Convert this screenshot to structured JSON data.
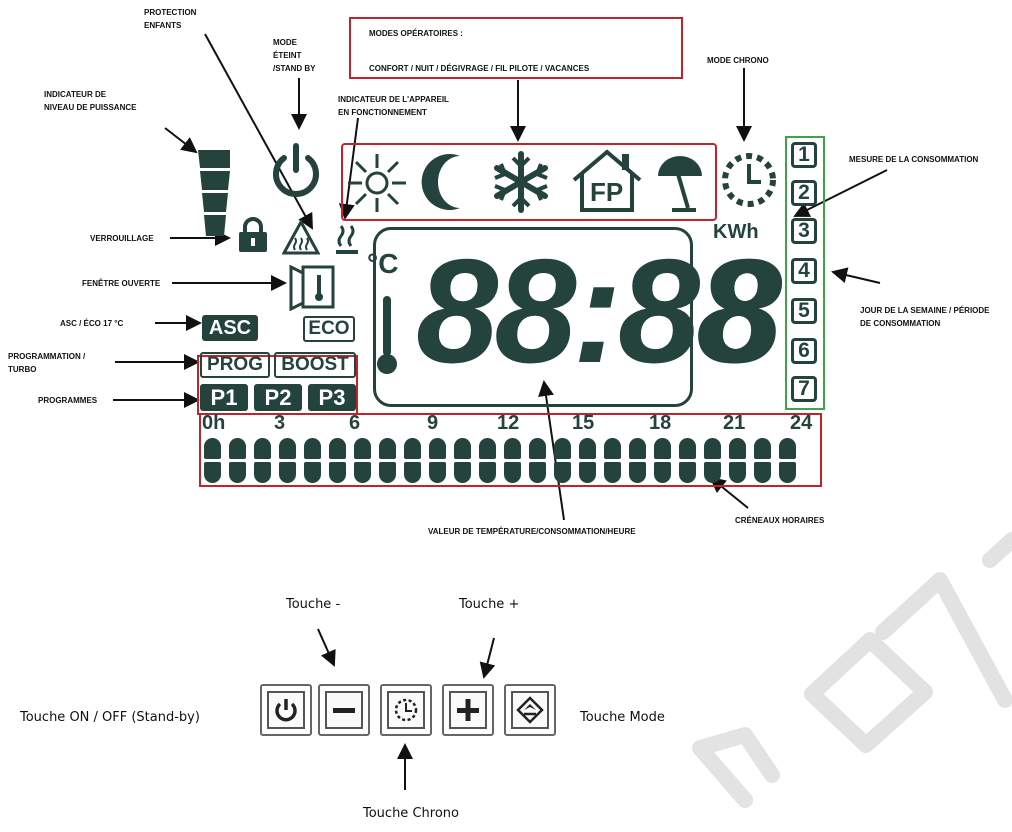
{
  "labels": {
    "protection": "PROTECTION\nENFANTS",
    "mode_eteint": "MODE\nÉTEINT\n/STAND BY",
    "modes_title": "MODES OPÉRATOIRES :",
    "modes_list": "CONFORT / NUIT / DÉGIVRAGE / FIL PILOTE / VACANCES",
    "mode_chrono": "MODE CHRONO",
    "indicateur_puissance": "INDICATEUR DE\nNIVEAU DE PUISSANCE",
    "indicateur_appareil": "INDICATEUR DE L'APPAREIL\nEN FONCTIONNEMENT",
    "mesure_conso": "MESURE DE LA CONSOMMATION",
    "verrouillage": "VERROUILLAGE",
    "fenetre": "FENÊTRE OUVERTE",
    "asc_eco": "ASC / ÉCO 17 °C",
    "programmation": "PROGRAMMATION /\nTURBO",
    "programmes": "PROGRAMMES",
    "jour_semaine": "JOUR DE LA SEMAINE / PÉRIODE\nDE CONSOMMATION",
    "valeur": "VALEUR DE TEMPÉRATURE/CONSOMMATION/HEURE",
    "creneaux": "CRÉNEAUX HORAIRES"
  },
  "display": {
    "unit_c": "°C",
    "kwh": "KWh",
    "digits": "88:88",
    "digit_last": "8",
    "asc": "ASC",
    "eco": "ECO",
    "prog": "PROG",
    "boost": "BOOST",
    "p1": "P1",
    "p2": "P2",
    "p3": "P3",
    "fp": "FP",
    "days": [
      "1",
      "2",
      "3",
      "4",
      "5",
      "6",
      "7"
    ],
    "hour_ticks": [
      "0h",
      "3",
      "6",
      "9",
      "12",
      "15",
      "18",
      "21",
      "24"
    ]
  },
  "keys": {
    "minus": "Touche -",
    "plus": "Touche +",
    "onoff": "Touche ON / OFF (Stand-by)",
    "mode": "Touche Mode",
    "chrono": "Touche Chrono"
  },
  "colors": {
    "lcd": "#24433d",
    "red_frame": "#c0242b",
    "green_frame": "#3fa34a"
  }
}
